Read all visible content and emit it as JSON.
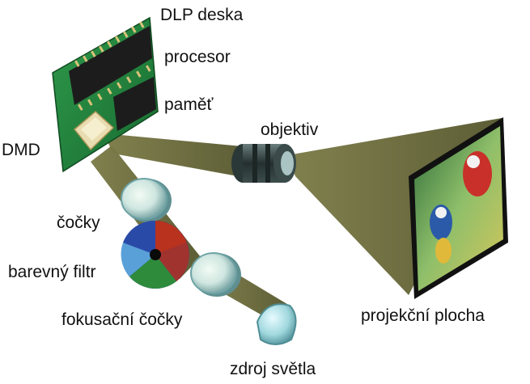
{
  "labels": {
    "dlp_board": "DLP deska",
    "processor": "procesor",
    "memory": "paměť",
    "dmd": "DMD",
    "objective": "objektiv",
    "lenses": "čočky",
    "color_filter": "barevný filtr",
    "focusing_lenses": "fokusační čočky",
    "light_source": "zdroj světla",
    "projection_screen": "projekční plocha"
  },
  "colors": {
    "board": "#1f7a3a",
    "beam": "#6b6b3a",
    "lens": "#bcdcdc",
    "filter_blue": "#2a4aa8",
    "filter_green": "#2e8b3c",
    "filter_red": "#b8321e",
    "objective": "#2c3a3a"
  }
}
